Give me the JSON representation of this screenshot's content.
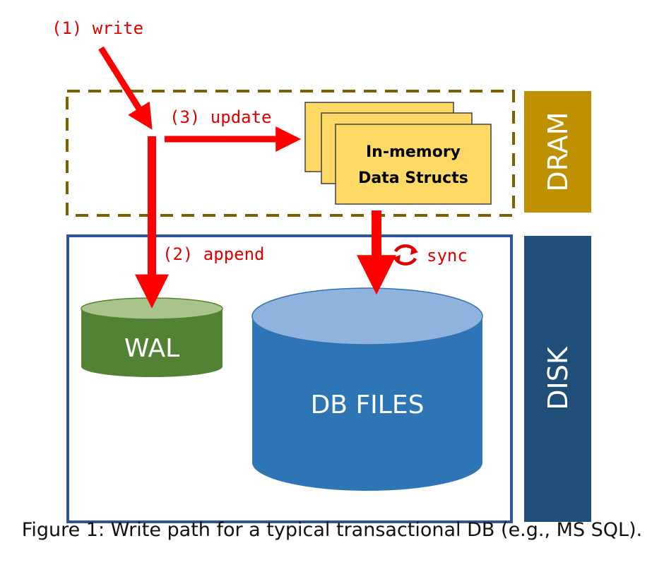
{
  "labels": {
    "write": "(1) write",
    "update": "(3) update",
    "append": "(2) append",
    "sync": "sync"
  },
  "memory_box": {
    "line1": "In-memory",
    "line2": "Data Structs"
  },
  "wal": "WAL",
  "db_files": "DB FILES",
  "tiers": {
    "dram": "DRAM",
    "disk": "DISK"
  },
  "caption": "Figure 1: Write path for a typical transactional DB (e.g., MS SQL).",
  "colors": {
    "arrow": "#ff0000",
    "label_red": "#e00000",
    "dram_bar": "#bf9000",
    "dram_border": "#7f6000",
    "disk_bar": "#1f4e79",
    "disk_border": "#2f5597",
    "wal_fill": "#548235",
    "wal_top": "#a9c48b",
    "db_fill": "#2e75b6",
    "db_top": "#8fb3dd",
    "memory_fill": "#ffd966"
  }
}
